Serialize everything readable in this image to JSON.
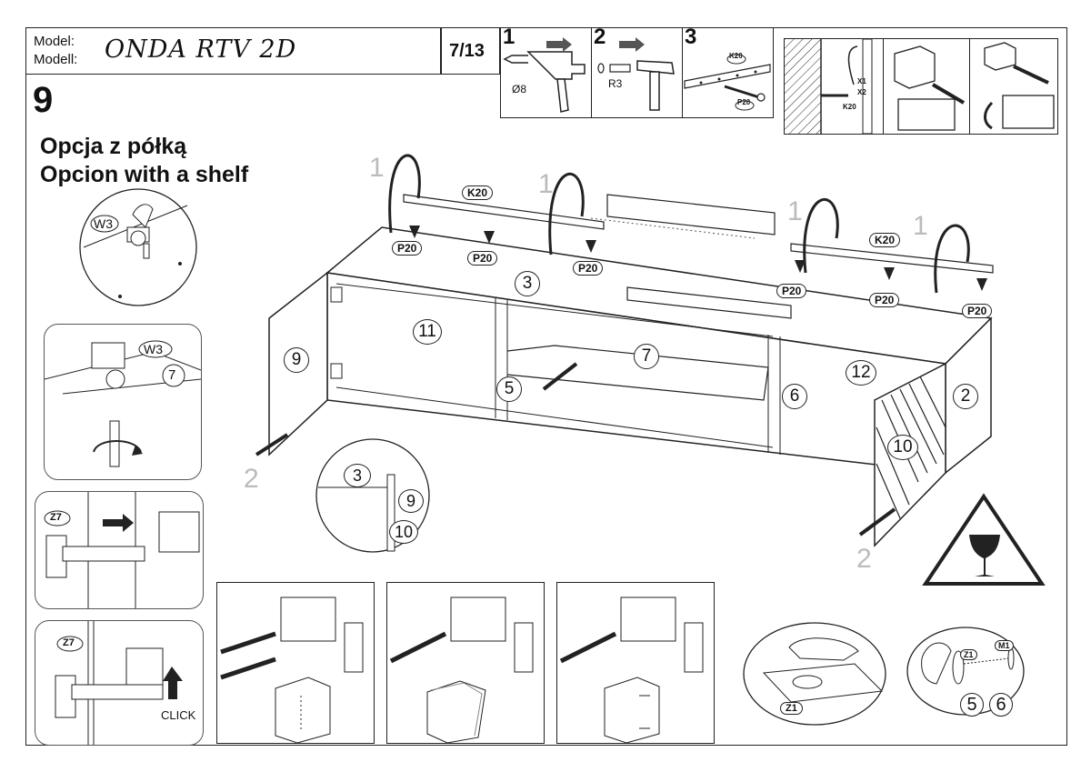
{
  "header": {
    "model_label_pl": "Model:",
    "model_label_de": "Modell:",
    "model_name": "ONDA RTV 2D",
    "page": "7/13"
  },
  "step": {
    "number": "9",
    "title_pl": "Opcja z półką",
    "title_en": "Opcion with a shelf"
  },
  "tools": [
    {
      "number": "1",
      "label": "Ø8"
    },
    {
      "number": "2",
      "label": "R3"
    },
    {
      "number": "3",
      "label": "K20",
      "label2": "P20"
    }
  ],
  "wall_detail": {
    "x1": "X1",
    "x2": "X2",
    "k20": "K20"
  },
  "labels": {
    "k20": "K20",
    "p20": "P20",
    "w3": "W3",
    "z7": "Z7",
    "z1": "Z1",
    "m1": "M1",
    "click": "CLICK",
    "one": "1",
    "two": "2"
  },
  "parts": {
    "p2": "2",
    "p3": "3",
    "p5": "5",
    "p6": "6",
    "p7": "7",
    "p9": "9",
    "p10": "10",
    "p11": "11",
    "p12": "12"
  },
  "colors": {
    "line": "#222222",
    "light": "#bbbbbb"
  }
}
